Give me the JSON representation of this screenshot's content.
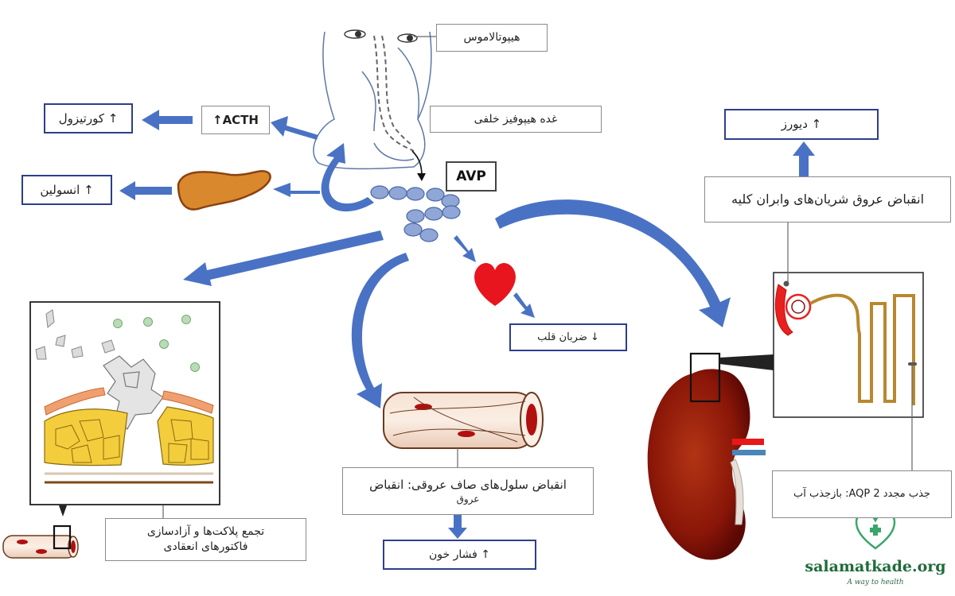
{
  "labels": {
    "hypothalamus": "هیپوتالاموس",
    "posterior_pituitary": "غده هیپوفیز خلفی",
    "avp": "AVP",
    "acth": "↑ACTH",
    "cortisol": "↑ کورتیزول",
    "insulin": "↑ انسولین",
    "diuresis": "↑ دیورز",
    "renal_vasoconstriction": "انقباض عروق شریان‌های وابران کلیه",
    "heart_rate": "↓ ضربان قلب",
    "aqp2_line1": "جذب مجدد AQP 2: بازجذب آب",
    "platelet_line1": "تجمع پلاکت‌ها و آزادسازی",
    "platelet_line2": "فاکتورهای انعقادی",
    "smooth_muscle_line1": "انقباض سلول‌های صاف عروقی: انقباض",
    "smooth_muscle_line2": "عروق",
    "blood_pressure": "↑ فشار خون"
  },
  "logo": {
    "site": "salamatkade.org",
    "tagline": "A way to health",
    "icon": "heart-cross-icon"
  },
  "colors": {
    "arrow_blue": "#4a72c4",
    "box_blue": "#2e3e8c",
    "heart_red": "#e8141e",
    "kidney_dark": "#7e0e06",
    "pancreas": "#d9882e",
    "brand_green": "#1f6b3a"
  }
}
